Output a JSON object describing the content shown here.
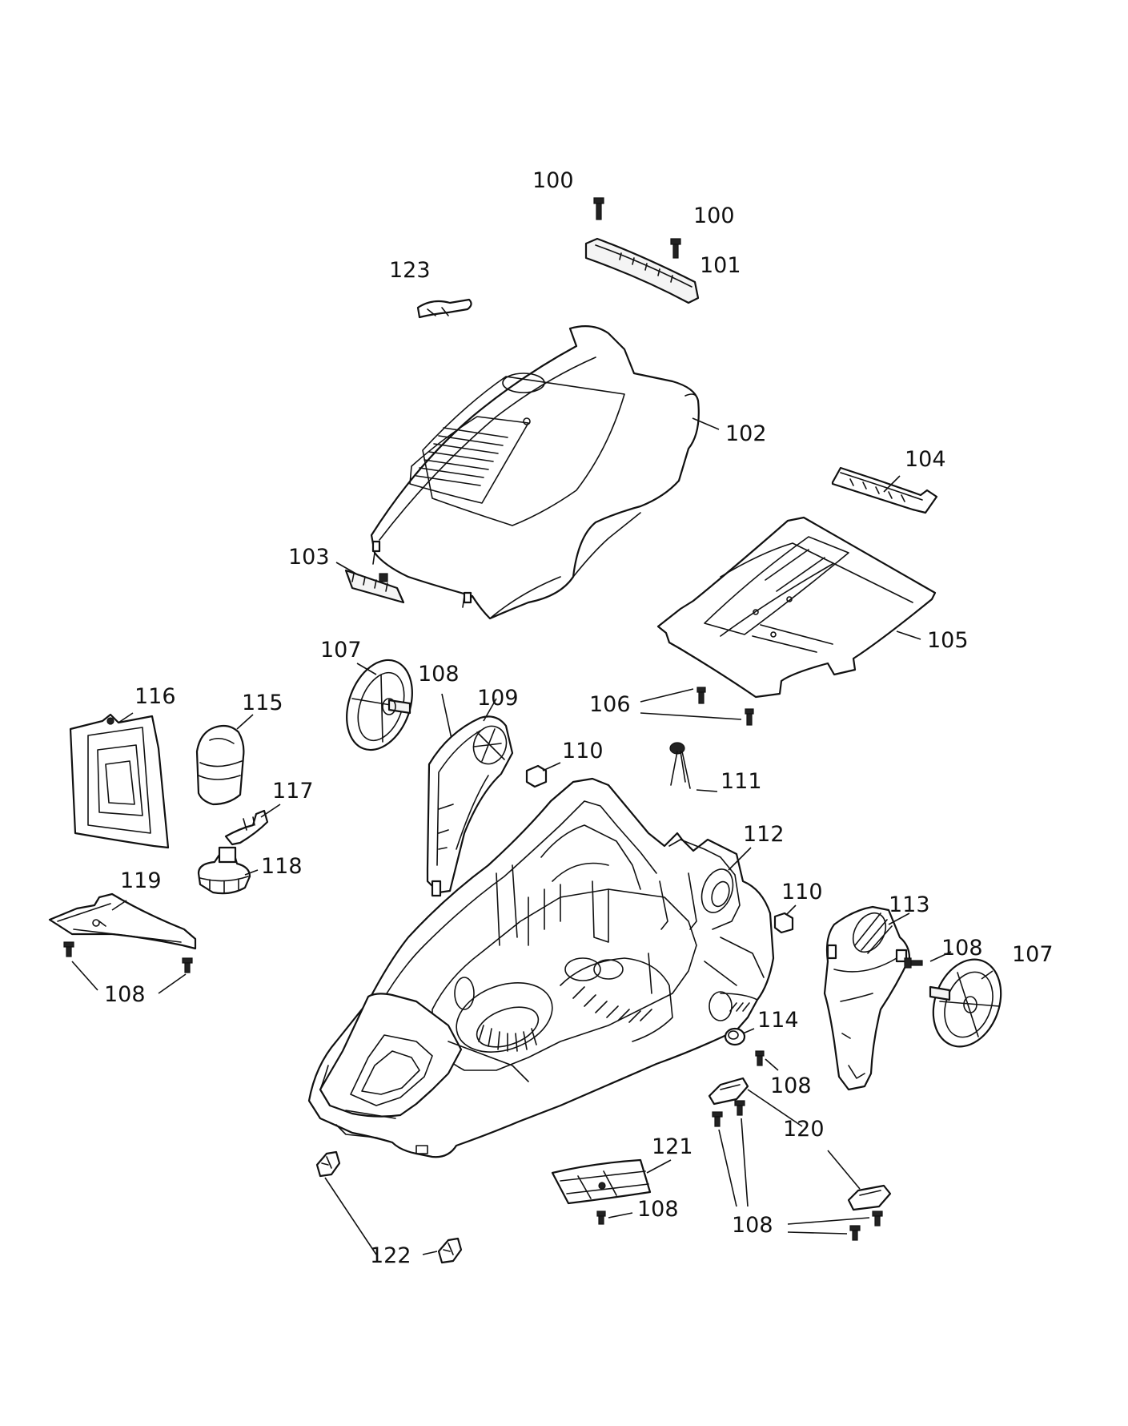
{
  "labels": [
    {
      "id": "l100a",
      "text": "100"
    },
    {
      "id": "l100b",
      "text": "100"
    },
    {
      "id": "l101",
      "text": "101"
    },
    {
      "id": "l123",
      "text": "123"
    },
    {
      "id": "l102",
      "text": "102"
    },
    {
      "id": "l104",
      "text": "104"
    },
    {
      "id": "l103",
      "text": "103"
    },
    {
      "id": "l105",
      "text": "105"
    },
    {
      "id": "l107a",
      "text": "107"
    },
    {
      "id": "l108a",
      "text": "108"
    },
    {
      "id": "l109",
      "text": "109"
    },
    {
      "id": "l106",
      "text": "106"
    },
    {
      "id": "l116",
      "text": "116"
    },
    {
      "id": "l115",
      "text": "115"
    },
    {
      "id": "l110a",
      "text": "110"
    },
    {
      "id": "l111",
      "text": "111"
    },
    {
      "id": "l117",
      "text": "117"
    },
    {
      "id": "l112",
      "text": "112"
    },
    {
      "id": "l118",
      "text": "118"
    },
    {
      "id": "l119",
      "text": "119"
    },
    {
      "id": "l110b",
      "text": "110"
    },
    {
      "id": "l113",
      "text": "113"
    },
    {
      "id": "l108b",
      "text": "108"
    },
    {
      "id": "l107b",
      "text": "107"
    },
    {
      "id": "l108c",
      "text": "108"
    },
    {
      "id": "l114",
      "text": "114"
    },
    {
      "id": "l108d",
      "text": "108"
    },
    {
      "id": "l120",
      "text": "120"
    },
    {
      "id": "l121",
      "text": "121"
    },
    {
      "id": "l108e",
      "text": "108"
    },
    {
      "id": "l108f",
      "text": "108"
    },
    {
      "id": "l122",
      "text": "122"
    }
  ]
}
